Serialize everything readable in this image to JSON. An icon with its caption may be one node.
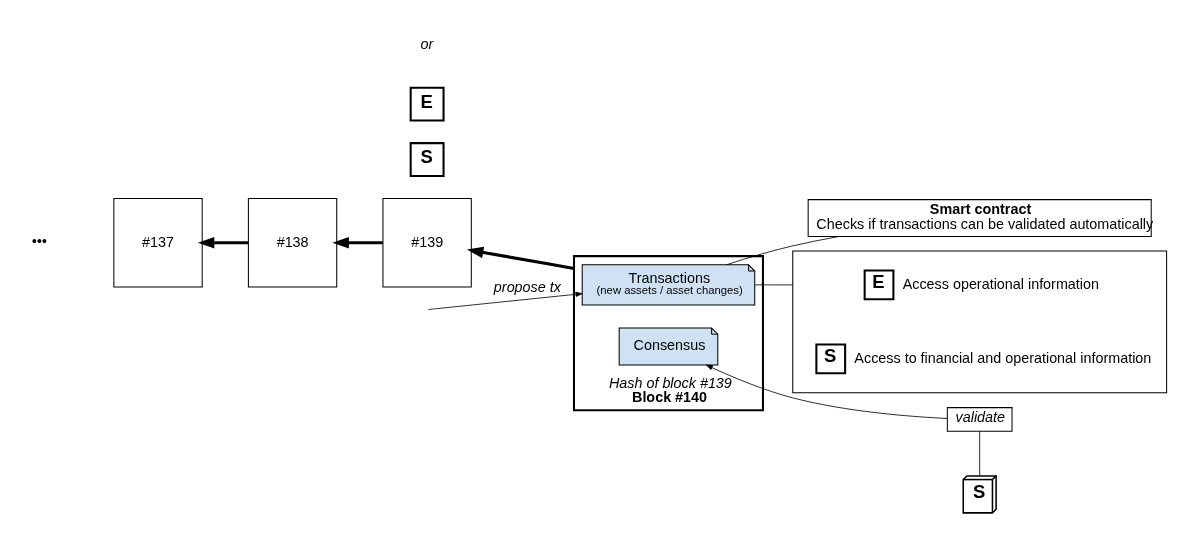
{
  "diagram": {
    "nodes": [
      {
        "text": [
          "Hash of block #139",
          "Block #140"
        ]
      },
      {
        "text": [
          "Transactions",
          "(new assets / asset changes)"
        ],
        "in": 0
      },
      {
        "text": [
          "Consensus"
        ],
        "in": 0
      },
      {
        "text": [
          "Smart contract",
          "Checks if transactions can be validated automatically"
        ]
      },
      {
        "text": [
          "S"
        ]
      },
      {
        "text": [
          "E"
        ]
      },
      {
        "text": [],
        "shape": "box"
      },
      {
        "text": [
          "E"
        ],
        "beside": [
          "Access operational information"
        ],
        "in": 6
      },
      {
        "text": [
          "S"
        ],
        "beside": [
          "Access to financial and operational information"
        ],
        "in": 6
      },
      {
        "text": [
          "#139"
        ]
      },
      {
        "text": [
          "#138"
        ]
      },
      {
        "text": [
          "#137"
        ]
      },
      {
        "text": [
          "validate"
        ]
      },
      {
        "text": [
          "S"
        ]
      }
    ],
    "edges": [
      {
        "from": 0,
        "to": 9,
        "arrow": "to",
        "style": "thick"
      },
      {
        "from": 9,
        "to": 10,
        "arrow": "to",
        "style": "thick"
      },
      {
        "from": 10,
        "to": 11,
        "arrow": "to",
        "style": "thick"
      },
      {
        "from": 3,
        "to": 1,
        "arrow": "none"
      },
      {
        "from": null,
        "to": 1,
        "arrow": "to",
        "label": "propose tx"
      },
      {
        "from": 1,
        "to": 6,
        "arrow": "none"
      },
      {
        "from": 13,
        "to": 12,
        "arrow": "none"
      },
      {
        "from": 12,
        "to": 2,
        "arrow": "to"
      }
    ],
    "labels": [
      "or",
      "•••"
    ]
  }
}
